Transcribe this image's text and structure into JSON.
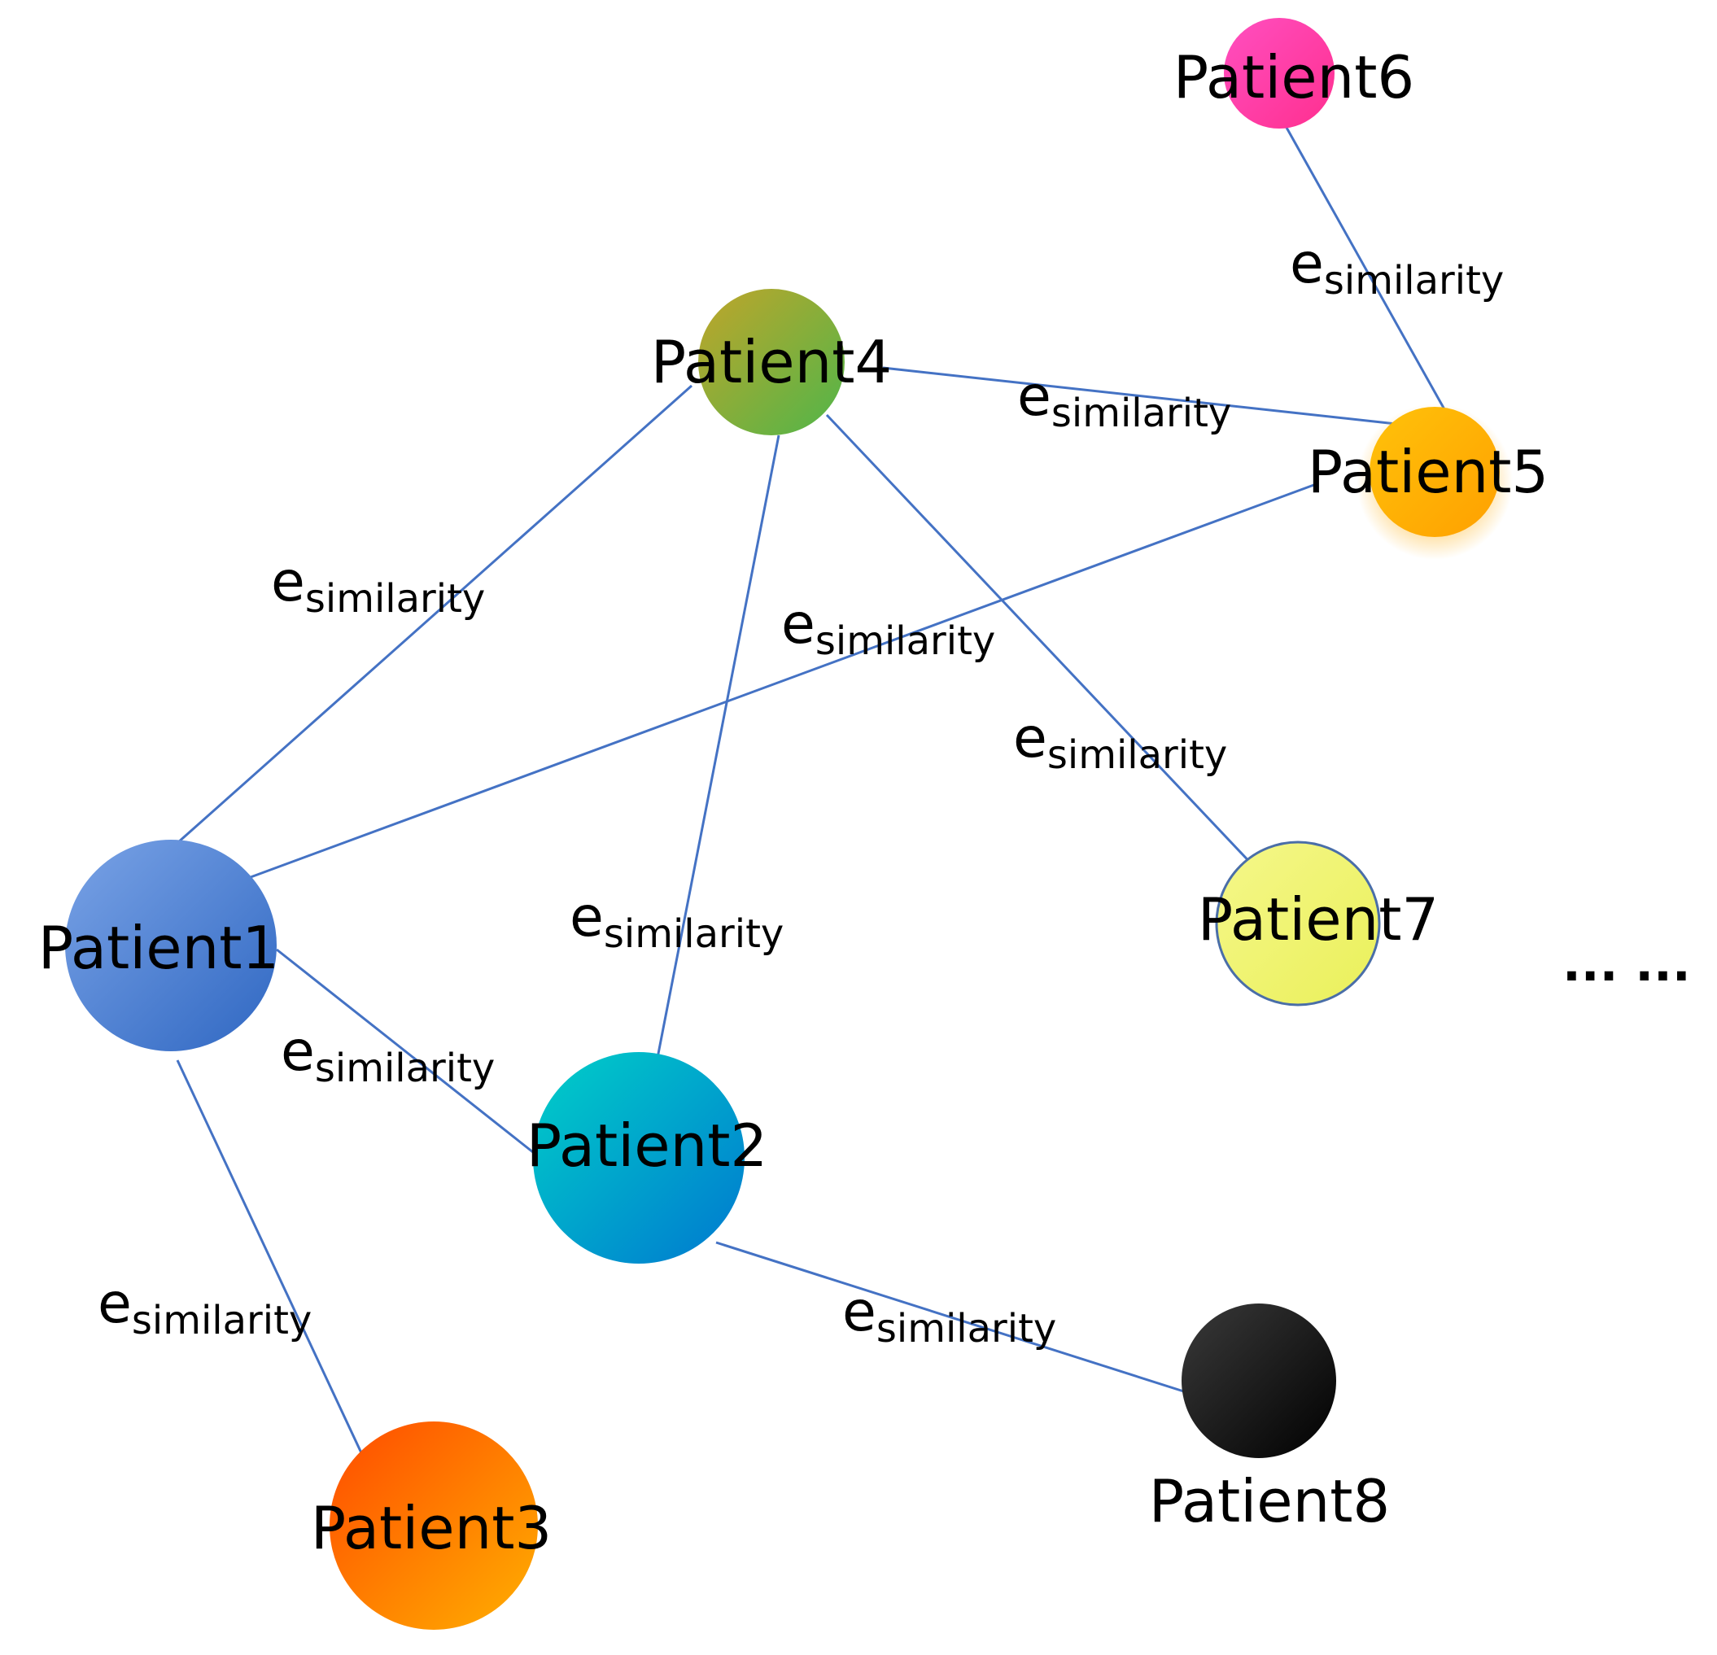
{
  "nodes": [
    {
      "id": "p1",
      "label": "Patient1",
      "color": "#4a7fd0"
    },
    {
      "id": "p2",
      "label": "Patient2",
      "color": "#00b5cf"
    },
    {
      "id": "p3",
      "label": "Patient3",
      "color": "#ff6a00"
    },
    {
      "id": "p4",
      "label": "Patient4",
      "color": "#8fae2a"
    },
    {
      "id": "p5",
      "label": "Patient5",
      "color": "#ffb300"
    },
    {
      "id": "p6",
      "label": "Patient6",
      "color": "#ff3fae"
    },
    {
      "id": "p7",
      "label": "Patient7",
      "color": "#f2f36b"
    },
    {
      "id": "p8",
      "label": "Patient8",
      "color": "#111111"
    }
  ],
  "edge_label": {
    "main": "e",
    "sub": "similarity"
  },
  "edges": [
    {
      "from": "p6",
      "to": "p5"
    },
    {
      "from": "p4",
      "to": "p5"
    },
    {
      "from": "p4",
      "to": "p1"
    },
    {
      "from": "p4",
      "to": "p2"
    },
    {
      "from": "p4",
      "to": "p7"
    },
    {
      "from": "p1",
      "to": "p5"
    },
    {
      "from": "p1",
      "to": "p2"
    },
    {
      "from": "p1",
      "to": "p3"
    },
    {
      "from": "p2",
      "to": "p8"
    }
  ],
  "edge_color": "#4472c4",
  "ellipsis": "... ..."
}
